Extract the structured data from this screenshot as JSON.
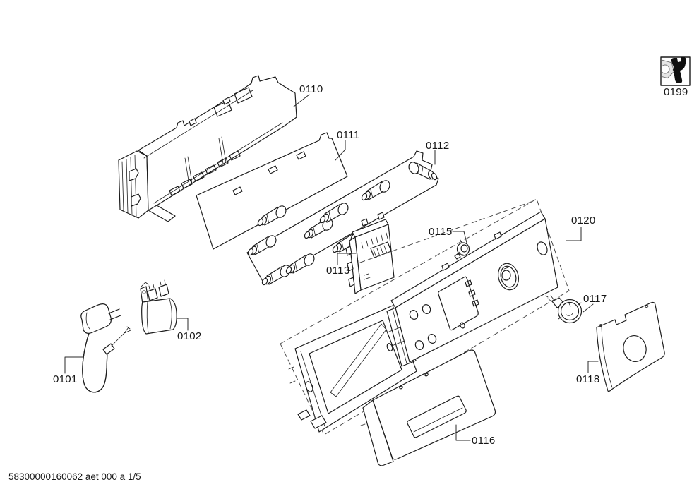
{
  "document": {
    "footer_code": "58300000160062 aet 000 a 1/5"
  },
  "legend": {
    "service_icon_label": "0199"
  },
  "parts": [
    {
      "label": "0101"
    },
    {
      "label": "0102"
    },
    {
      "label": "0110"
    },
    {
      "label": "0111"
    },
    {
      "label": "0112"
    },
    {
      "label": "0113"
    },
    {
      "label": "0115"
    },
    {
      "label": "0116"
    },
    {
      "label": "0117"
    },
    {
      "label": "0118"
    },
    {
      "label": "0120"
    }
  ]
}
